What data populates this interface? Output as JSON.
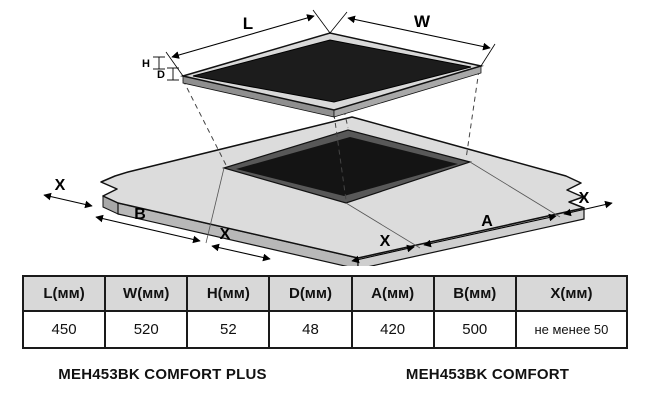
{
  "diagram": {
    "title": "cooktop-installation-drawing",
    "dims": {
      "L": "L",
      "W": "W",
      "H": "H",
      "D": "D",
      "A": "A",
      "B": "B",
      "X": "X"
    }
  },
  "table": {
    "headers": [
      "L(мм)",
      "W(мм)",
      "H(мм)",
      "D(мм)",
      "A(мм)",
      "B(мм)",
      "X(мм)"
    ],
    "values": [
      "450",
      "520",
      "52",
      "48",
      "420",
      "500",
      "не менее 50"
    ]
  },
  "models": {
    "left": "MEH453BK COMFORT PLUS",
    "right": "MEH453BK COMFORT"
  }
}
